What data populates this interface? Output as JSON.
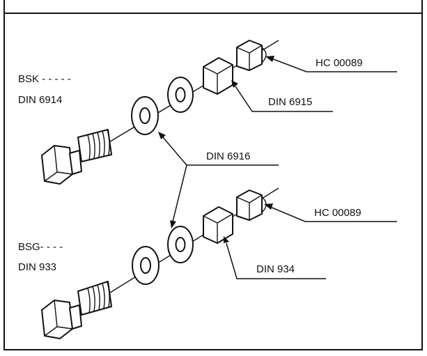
{
  "diagram": {
    "labels": {
      "upper_bolt_code": "BSK - - - - -",
      "upper_bolt_din": "DIN 6914",
      "upper_nut": "DIN 6915",
      "upper_cap": "HC 00089",
      "washer": "DIN 6916",
      "lower_bolt_code": "BSG- - - -",
      "lower_bolt_din": "DIN 933",
      "lower_nut": "DIN 934",
      "lower_cap": "HC 00089"
    }
  }
}
